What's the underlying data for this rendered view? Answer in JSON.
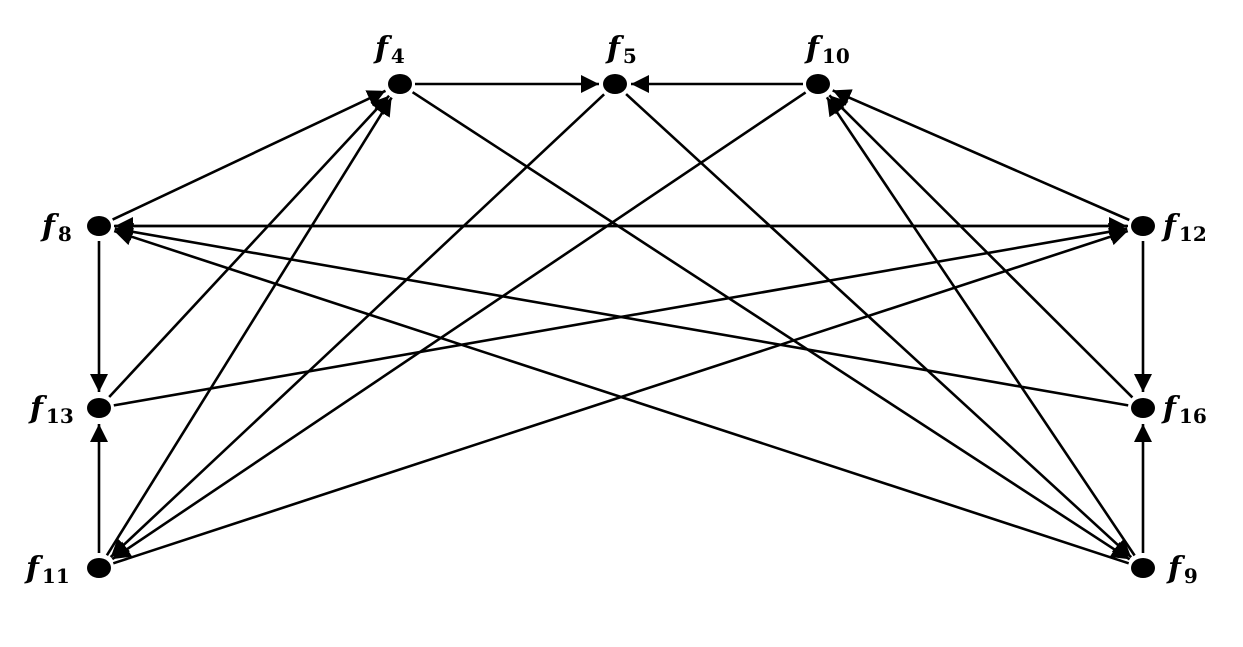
{
  "diagram": {
    "nodes": [
      {
        "id": "f4",
        "label": "f",
        "sub": "4"
      },
      {
        "id": "f5",
        "label": "f",
        "sub": "5"
      },
      {
        "id": "f10",
        "label": "f",
        "sub": "10"
      },
      {
        "id": "f8",
        "label": "f",
        "sub": "8"
      },
      {
        "id": "f12",
        "label": "f",
        "sub": "12"
      },
      {
        "id": "f13",
        "label": "f",
        "sub": "13"
      },
      {
        "id": "f16",
        "label": "f",
        "sub": "16"
      },
      {
        "id": "f11",
        "label": "f",
        "sub": "11"
      },
      {
        "id": "f9",
        "label": "f",
        "sub": "9"
      }
    ],
    "edges": [
      {
        "from": "f4",
        "to": "f5"
      },
      {
        "from": "f10",
        "to": "f5"
      },
      {
        "from": "f8",
        "to": "f4"
      },
      {
        "from": "f13",
        "to": "f4"
      },
      {
        "from": "f11",
        "to": "f4"
      },
      {
        "from": "f4",
        "to": "f9"
      },
      {
        "from": "f5",
        "to": "f11"
      },
      {
        "from": "f5",
        "to": "f9"
      },
      {
        "from": "f10",
        "to": "f11"
      },
      {
        "from": "f12",
        "to": "f10"
      },
      {
        "from": "f16",
        "to": "f10"
      },
      {
        "from": "f9",
        "to": "f10"
      },
      {
        "from": "f8",
        "to": "f12"
      },
      {
        "from": "f12",
        "to": "f8"
      },
      {
        "from": "f16",
        "to": "f8"
      },
      {
        "from": "f9",
        "to": "f8"
      },
      {
        "from": "f8",
        "to": "f13"
      },
      {
        "from": "f13",
        "to": "f12"
      },
      {
        "from": "f11",
        "to": "f12"
      },
      {
        "from": "f12",
        "to": "f16"
      },
      {
        "from": "f11",
        "to": "f13"
      },
      {
        "from": "f9",
        "to": "f16"
      }
    ]
  }
}
